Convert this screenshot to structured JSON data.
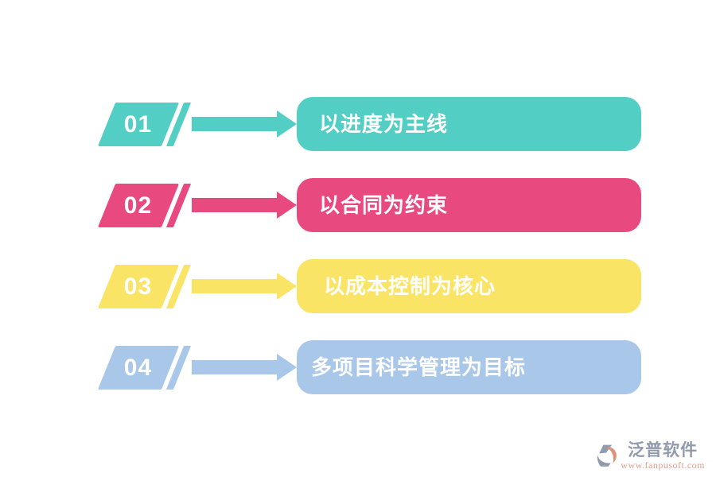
{
  "canvas": {
    "background": "#FFFFFF",
    "step_text_color": "#FFFFFF"
  },
  "steps": [
    {
      "number": "01",
      "label": "以进度为主线",
      "color": "#52CEC5"
    },
    {
      "number": "02",
      "label": "以合同为约束",
      "color": "#E8497E"
    },
    {
      "number": "03",
      "label": "以成本控制为核心",
      "color": "#FAE466"
    },
    {
      "number": "04",
      "label": "多项目科学管理为目标",
      "color": "#A9C7E9"
    }
  ],
  "watermark": {
    "brand": "泛普软件",
    "url": "www.fanpusoft.com",
    "brand_color": "#8B95A7",
    "url_color": "#DB9B8B",
    "logo_gray": "#8C96AA",
    "logo_orange": "#D98E74"
  }
}
